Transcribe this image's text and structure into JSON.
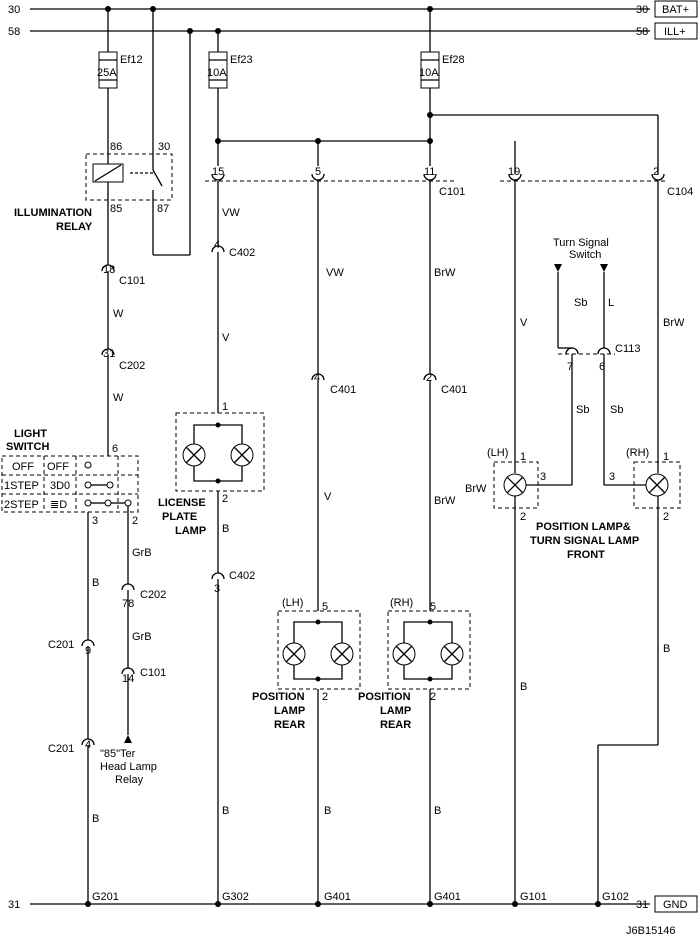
{
  "rails": {
    "bat_num": "30",
    "bat_label": "BAT+",
    "ill_num": "58",
    "ill_label": "ILL+",
    "gnd_num": "31",
    "gnd_label": "GND"
  },
  "fuses": {
    "ef12": {
      "name": "Ef12",
      "rating": "25A"
    },
    "ef23": {
      "name": "Ef23",
      "rating": "10A"
    },
    "ef28": {
      "name": "Ef28",
      "rating": "10A"
    }
  },
  "relay": {
    "label1": "ILLUMINATION",
    "label2": "RELAY",
    "pin86": "86",
    "pin30": "30",
    "pin85": "85",
    "pin87": "87"
  },
  "c101": {
    "name": "C101",
    "p15": "15",
    "p5": "5",
    "p11": "11",
    "p18": "18",
    "p14": "14"
  },
  "c104": {
    "name": "C104",
    "p19": "19",
    "p2": "2"
  },
  "c402": {
    "name": "C402",
    "p4": "4",
    "p3": "3"
  },
  "c202": {
    "name": "C202",
    "p31": "31",
    "p78": "78"
  },
  "c401": {
    "name": "C401",
    "p4": "4",
    "p2": "2"
  },
  "c201": {
    "name": "C201",
    "p9": "9",
    "p4": "4"
  },
  "c113": {
    "name": "C113",
    "p7": "7",
    "p6": "6"
  },
  "wires": {
    "vw": "VW",
    "v": "V",
    "w": "W",
    "brw": "BrW",
    "b": "B",
    "grb": "GrB",
    "sb": "Sb",
    "l": "L"
  },
  "light_switch": {
    "label1": "LIGHT",
    "label2": "SWITCH",
    "off": "OFF",
    "step1": "1STEP",
    "step2": "2STEP",
    "pin6": "6",
    "pin3": "3",
    "pin2": "2"
  },
  "license_lamp": {
    "label1": "LICENSE",
    "label2": "PLATE",
    "label3": "LAMP",
    "pin1": "1",
    "pin2": "2"
  },
  "pos_rear": {
    "label1": "POSITION",
    "label2": "LAMP",
    "label3": "REAR",
    "lh": "(LH)",
    "rh": "(RH)",
    "pin5": "5",
    "pin2": "2"
  },
  "front": {
    "label1": "POSITION LAMP&",
    "label2": "TURN SIGNAL LAMP",
    "label3": "FRONT",
    "lh": "(LH)",
    "rh": "(RH)",
    "pin1": "1",
    "pin2": "2",
    "pin3": "3"
  },
  "turn_switch": {
    "label1": "Turn Signal",
    "label2": "Switch"
  },
  "headlamp": {
    "label1": "\"85\"Ter",
    "label2": "Head Lamp",
    "label3": "Relay"
  },
  "grounds": {
    "g201": "G201",
    "g302": "G302",
    "g401": "G401",
    "g101": "G101",
    "g102": "G102"
  },
  "code": "J6B15146"
}
